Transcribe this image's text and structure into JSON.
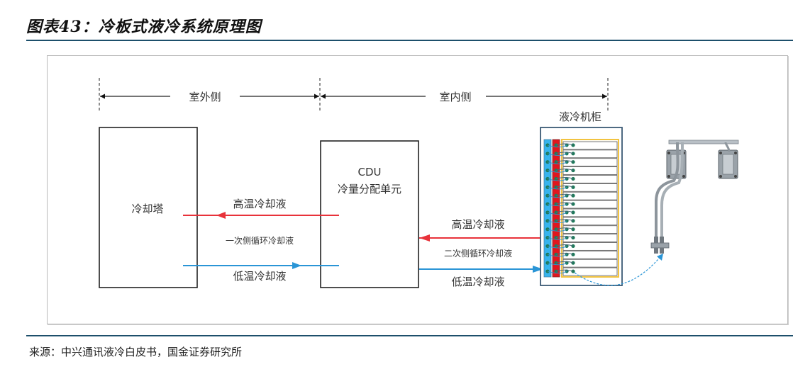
{
  "figure": {
    "title": "图表43：冷板式液冷系统原理图",
    "source": "来源：中兴通讯液冷白皮书，国金证券研究所"
  },
  "diagram": {
    "zones": [
      {
        "label": "室外侧"
      },
      {
        "label": "室内侧"
      }
    ],
    "nodes": {
      "cooling_tower": {
        "label": "冷却塔"
      },
      "cdu": {
        "title": "CDU",
        "subtitle": "冷量分配单元"
      },
      "cabinet": {
        "label": "液冷机柜",
        "server_rows": 16
      },
      "cold_plate_module": {
        "label": ""
      }
    },
    "primary_loop": {
      "label": "一次侧循环冷却液",
      "hot_label": "高温冷却液",
      "cold_label": "低温冷却液"
    },
    "secondary_loop": {
      "label": "二次侧循环冷却液",
      "hot_label": "高温冷却液",
      "cold_label": "低温冷却液"
    },
    "colors": {
      "hot": "#e8323a",
      "cold": "#2a95d6",
      "cabinet_border": "#3b5a75",
      "manifold_cold": "#37b4ee",
      "manifold_hot": "#e0161e",
      "server_frame": "#f2c340",
      "node_dot": "#1f7a5a"
    }
  }
}
